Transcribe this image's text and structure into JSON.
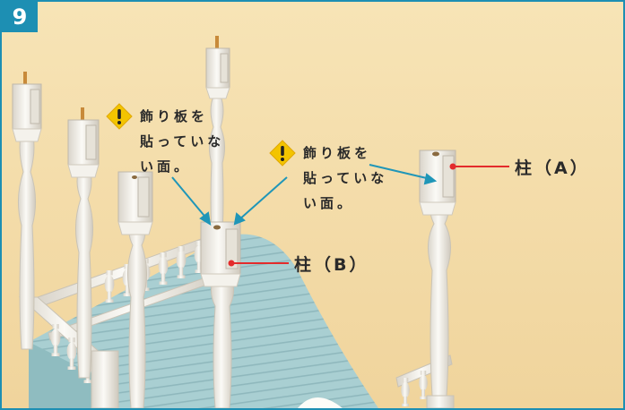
{
  "step": "9",
  "notes": [
    {
      "lines": [
        "飾り板を",
        "貼っていな",
        "い面。"
      ]
    },
    {
      "lines": [
        "飾り板を",
        "貼っていな",
        "い面。"
      ]
    }
  ],
  "labels": {
    "pillar_a": "柱（A）",
    "pillar_b": "柱（B）"
  },
  "colors": {
    "frame": "#1d8fb3",
    "background": "#f5dfae",
    "warning": "#f3c400",
    "pointer_red": "#e32b2b",
    "pointer_teal": "#1f96b8"
  },
  "icons": {
    "warning": "warning-icon"
  }
}
